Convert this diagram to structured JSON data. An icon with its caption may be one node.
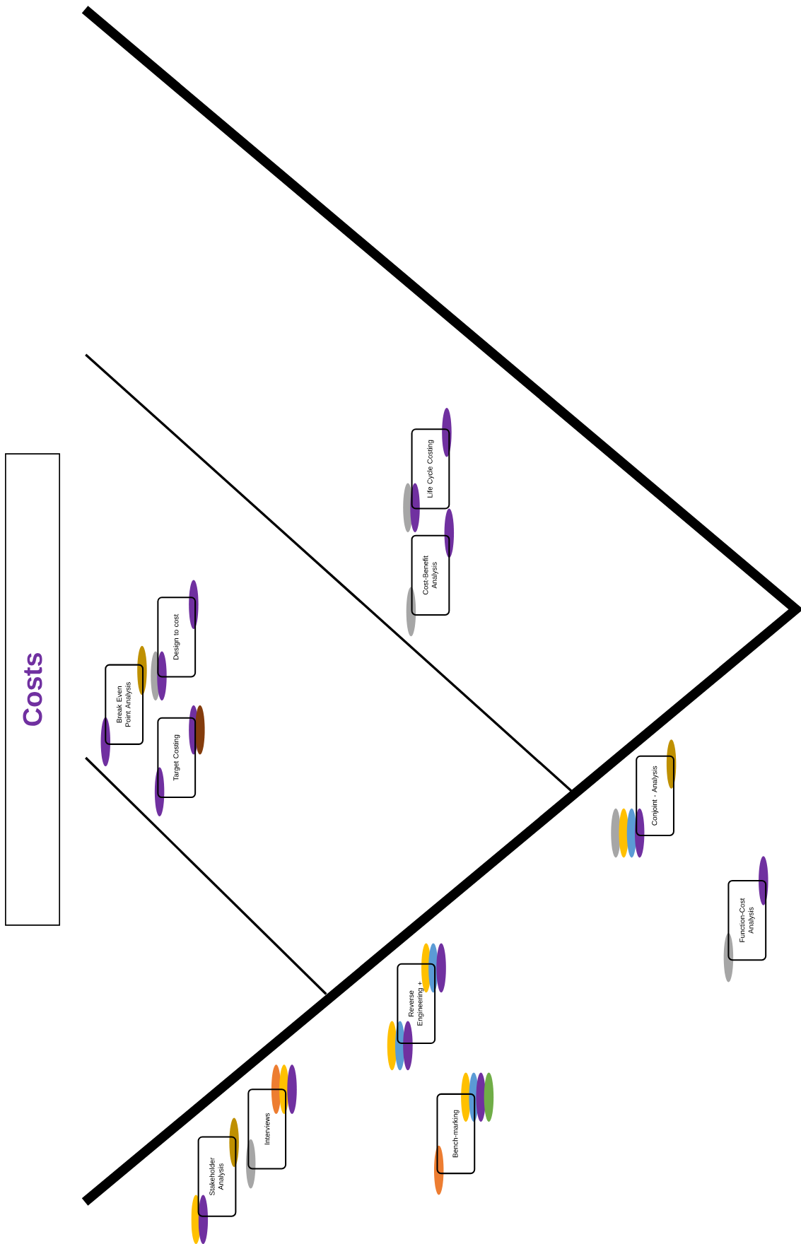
{
  "diagram": {
    "nodes": [
      {
        "text": [
          "Costs"
        ]
      },
      {
        "text": [
          "Break Even Point Analysis"
        ]
      },
      {
        "text": [
          "Design to cost"
        ]
      },
      {
        "text": [
          "Target Costing"
        ]
      },
      {
        "text": [
          "Life Cycle Costing"
        ]
      },
      {
        "text": [
          "Cost-Benefit Analysis"
        ]
      },
      {
        "text": [
          "Conjoint - Analysis"
        ]
      },
      {
        "text": [
          "Function-Cost Analysis"
        ]
      },
      {
        "text": [
          "Reverse Engineering +"
        ]
      },
      {
        "text": [
          "Stakeholder Analysis"
        ]
      },
      {
        "text": [
          "Interviews"
        ]
      },
      {
        "text": [
          "Bench-marking"
        ]
      }
    ]
  }
}
